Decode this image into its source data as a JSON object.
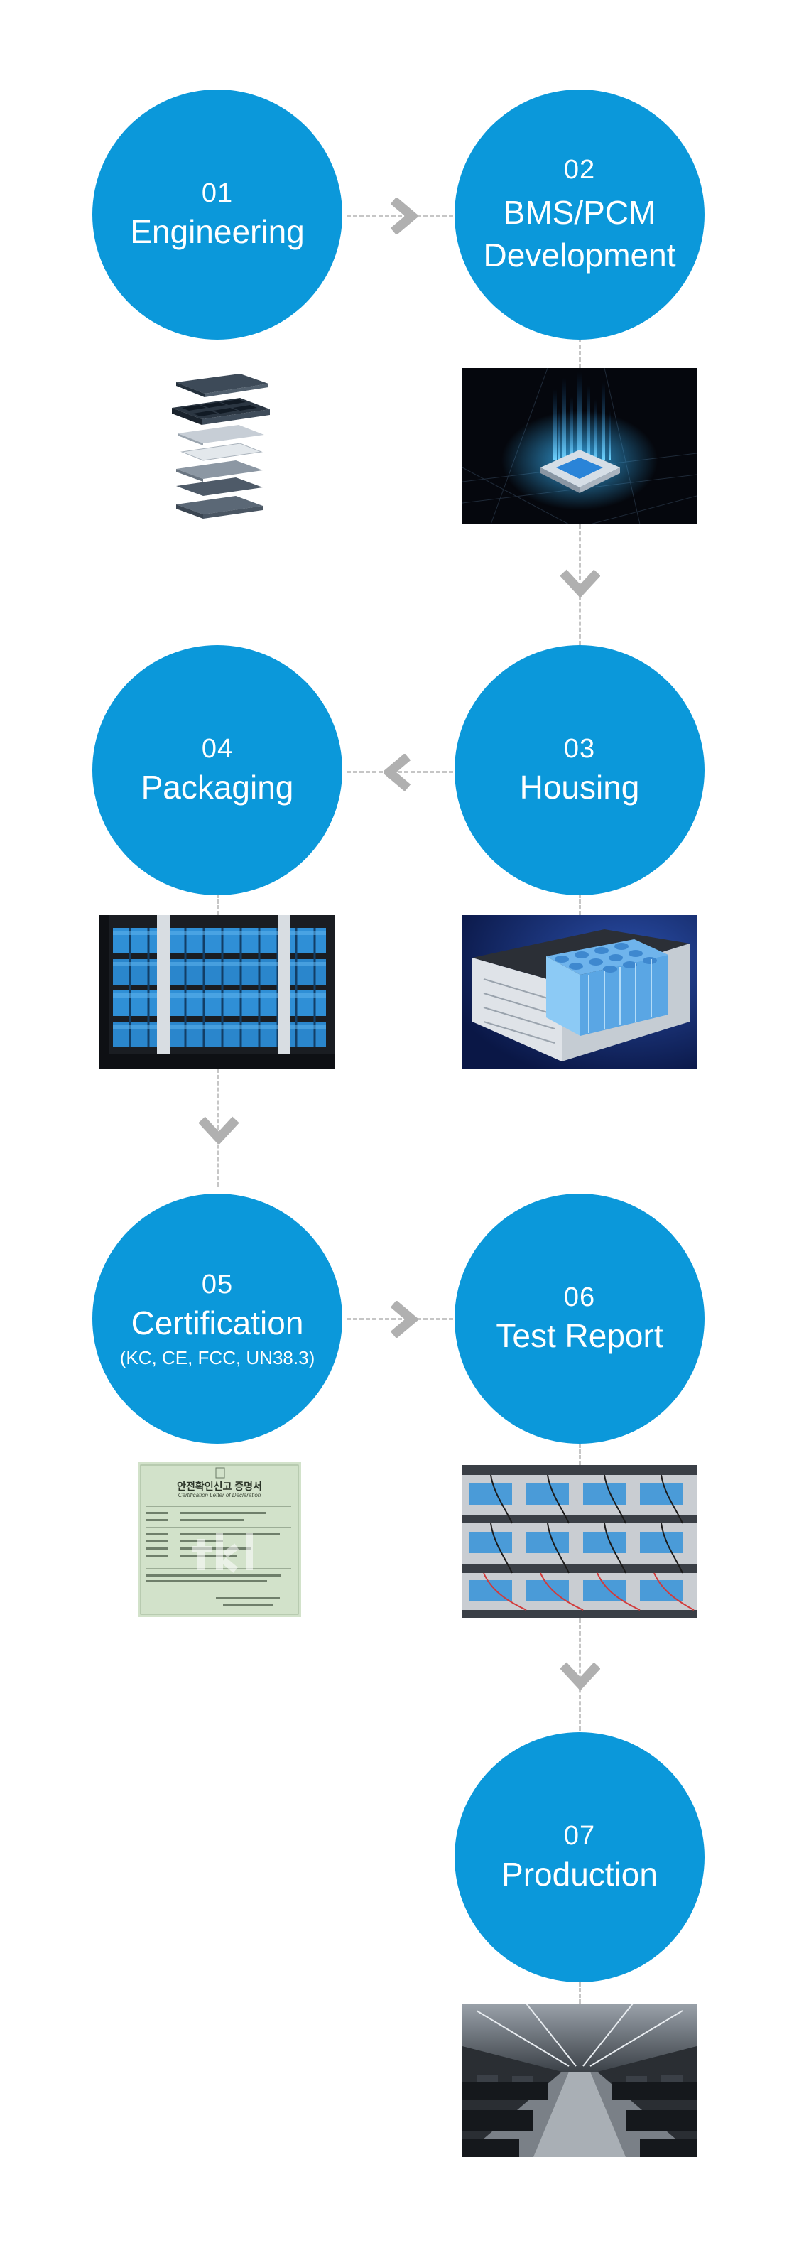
{
  "steps": [
    {
      "number": "01",
      "label": "Engineering",
      "photo": "exploded-battery-pack-layers"
    },
    {
      "number": "02",
      "label_line1": "BMS/PCM",
      "label_line2": "Development",
      "photo": "glowing-circuit-chip"
    },
    {
      "number": "03",
      "label": "Housing",
      "photo": "battery-module-housing"
    },
    {
      "number": "04",
      "label": "Packaging",
      "photo": "cylindrical-cell-packaging"
    },
    {
      "number": "05",
      "label": "Certification",
      "sublabel": "(KC, CE, FCC, UN38.3)",
      "photo": "certificate-document"
    },
    {
      "number": "06",
      "label": "Test Report",
      "photo": "battery-testing-rack"
    },
    {
      "number": "07",
      "label": "Production",
      "photo": "production-factory-floor"
    }
  ],
  "certificate": {
    "title": "안전확인신고 증명서",
    "subtitle": "Certification Letter of Declaration",
    "watermark": "ktl"
  },
  "colors": {
    "circle": "#0b98da",
    "connector": "#c6c6c6",
    "chevron": "#b0b0b0"
  },
  "icons": [
    "chevron-right-icon",
    "chevron-down-icon",
    "chevron-left-icon"
  ]
}
